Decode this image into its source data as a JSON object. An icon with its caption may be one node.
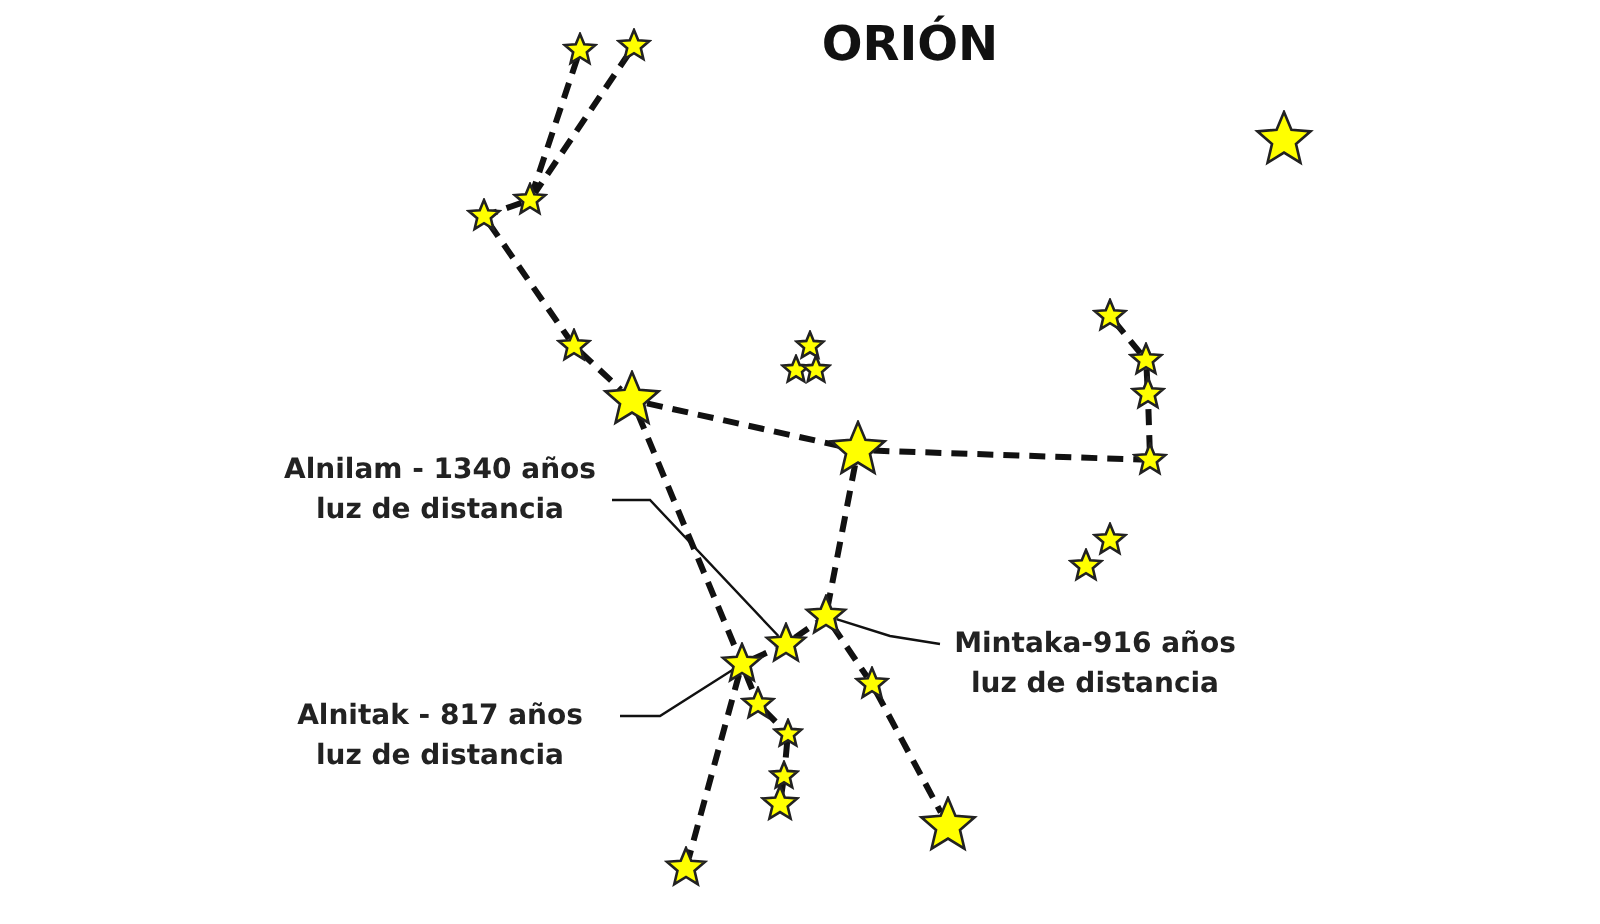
{
  "diagram": {
    "title": "ORIÓN",
    "nodes": [
      {
        "text": [],
        "shape": "star"
      },
      {
        "text": [],
        "shape": "star"
      },
      {
        "text": [],
        "shape": "star"
      },
      {
        "text": [],
        "shape": "star"
      },
      {
        "text": [],
        "shape": "star"
      },
      {
        "text": [],
        "shape": "star"
      },
      {
        "text": [],
        "shape": "star"
      },
      {
        "text": [],
        "shape": "star"
      },
      {
        "text": [],
        "shape": "star"
      },
      {
        "text": [],
        "shape": "star"
      },
      {
        "text": [],
        "shape": "star"
      },
      {
        "text": [],
        "shape": "star"
      },
      {
        "text": [],
        "shape": "star"
      },
      {
        "text": [],
        "shape": "star"
      },
      {
        "text": [],
        "shape": "star"
      },
      {
        "text": [
          "Alnilam - 1340 años luz de distancia"
        ]
      },
      {
        "text": [],
        "shape": "star"
      },
      {
        "text": [],
        "shape": "star"
      },
      {
        "text": [],
        "shape": "star"
      },
      {
        "text": [
          "Mintaka-916 años luz de distancia"
        ]
      },
      {
        "text": [],
        "shape": "star"
      },
      {
        "text": [],
        "shape": "star"
      },
      {
        "text": [],
        "shape": "star"
      },
      {
        "text": [],
        "shape": "star"
      },
      {
        "text": [
          "Alnitak - 817 años luz de distancia"
        ]
      },
      {
        "text": [],
        "shape": "star"
      },
      {
        "text": [],
        "shape": "star"
      },
      {
        "text": [],
        "shape": "star"
      },
      {
        "text": [],
        "shape": "star"
      },
      {
        "text": [],
        "shape": "star"
      }
    ],
    "edges": [
      {
        "from": 0,
        "to": 3,
        "arrow": "none",
        "style": "dashed"
      },
      {
        "from": 1,
        "to": 3,
        "arrow": "none",
        "style": "dashed"
      },
      {
        "from": 3,
        "to": 4,
        "arrow": "none",
        "style": "dashed"
      },
      {
        "from": 4,
        "to": 6,
        "arrow": "none",
        "style": "dashed"
      },
      {
        "from": 6,
        "to": 12,
        "arrow": "none",
        "style": "dashed"
      },
      {
        "from": 12,
        "to": 13,
        "arrow": "none",
        "style": "dashed"
      },
      {
        "from": 13,
        "to": 14,
        "arrow": "none",
        "style": "dashed"
      },
      {
        "from": 14,
        "to": 11,
        "arrow": "none",
        "style": "dashed"
      },
      {
        "from": 11,
        "to": 8,
        "arrow": "none",
        "style": "dashed"
      },
      {
        "from": 8,
        "to": 5,
        "arrow": "none",
        "style": "dashed"
      },
      {
        "from": 12,
        "to": 21,
        "arrow": "none",
        "style": "dashed"
      },
      {
        "from": 21,
        "to": 20,
        "arrow": "none",
        "style": "dashed"
      },
      {
        "from": 20,
        "to": 18,
        "arrow": "none",
        "style": "dashed"
      },
      {
        "from": 13,
        "to": 18,
        "arrow": "none",
        "style": "dashed"
      },
      {
        "from": 18,
        "to": 22,
        "arrow": "none",
        "style": "dashed"
      },
      {
        "from": 22,
        "to": 28,
        "arrow": "none",
        "style": "dashed"
      },
      {
        "from": 21,
        "to": 23,
        "arrow": "none",
        "style": "dashed"
      },
      {
        "from": 23,
        "to": 25,
        "arrow": "none",
        "style": "dashed"
      },
      {
        "from": 25,
        "to": 26,
        "arrow": "none",
        "style": "dashed"
      },
      {
        "from": 26,
        "to": 27,
        "arrow": "none",
        "style": "dashed"
      },
      {
        "from": 21,
        "to": 29,
        "arrow": "none",
        "style": "dashed"
      },
      {
        "from": 15,
        "to": 20,
        "arrow": "none"
      },
      {
        "from": 19,
        "to": 18,
        "arrow": "none"
      },
      {
        "from": 24,
        "to": 21,
        "arrow": "none"
      }
    ]
  }
}
